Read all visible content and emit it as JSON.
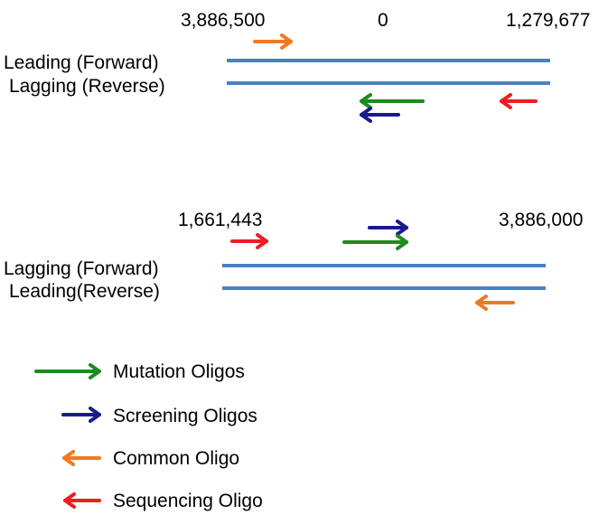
{
  "colors": {
    "strand": "#4a80c6",
    "mutation": "#1e8a1e",
    "screening": "#1a1a8f",
    "common": "#f07a22",
    "sequencing": "#ee1c24"
  },
  "panel_top": {
    "coord_left": "3,886,500",
    "coord_mid": "0",
    "coord_right": "1,279,677",
    "strand_upper_label": "Leading (Forward)",
    "strand_lower_label": "Lagging (Reverse)"
  },
  "panel_bottom": {
    "coord_left": "1,661,443",
    "coord_right": "3,886,000",
    "strand_upper_label": "Lagging (Forward)",
    "strand_lower_label": "Leading(Reverse)"
  },
  "legend": [
    {
      "label": "Mutation Oligos",
      "color_key": "mutation",
      "icon": "right-arrow-icon"
    },
    {
      "label": "Screening Oligos",
      "color_key": "screening",
      "icon": "right-arrow-icon"
    },
    {
      "label": "Common Oligo",
      "color_key": "common",
      "icon": "left-arrow-icon"
    },
    {
      "label": "Sequencing Oligo",
      "color_key": "sequencing",
      "icon": "left-arrow-icon"
    }
  ]
}
